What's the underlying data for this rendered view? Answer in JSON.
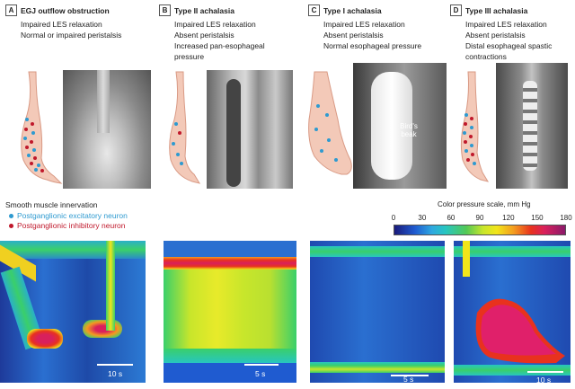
{
  "panels": [
    {
      "letter": "A",
      "title": "EGJ outflow obstruction",
      "lines": [
        "Impaired LES relaxation",
        "Normal or impaired peristalsis"
      ],
      "time_scale": "10 s"
    },
    {
      "letter": "B",
      "title": "Type II achalasia",
      "lines": [
        "Impaired LES relaxation",
        "Absent peristalsis",
        "Increased pan-esophageal",
        "pressure"
      ],
      "time_scale": "5 s"
    },
    {
      "letter": "C",
      "title": "Type I achalasia",
      "lines": [
        "Impaired LES relaxation",
        "Absent peristalsis",
        "Normal esophageal pressure"
      ],
      "time_scale": "5 s",
      "annotation": "Bird's beak"
    },
    {
      "letter": "D",
      "title": "Type III achalasia",
      "lines": [
        "Impaired LES relaxation",
        "Absent peristalsis",
        "Distal esophageal spastic",
        "contractions"
      ],
      "time_scale": "10 s"
    }
  ],
  "legend": {
    "title": "Smooth muscle innervation",
    "excitatory": "Postganglionic excitatory neuron",
    "inhibitory": "Postganglionic inhibitory neuron",
    "excitatory_color": "#2e9ad0",
    "inhibitory_color": "#c0182b"
  },
  "color_scale": {
    "title": "Color pressure scale, mm Hg",
    "ticks": [
      "0",
      "30",
      "60",
      "90",
      "120",
      "150",
      "180"
    ]
  }
}
